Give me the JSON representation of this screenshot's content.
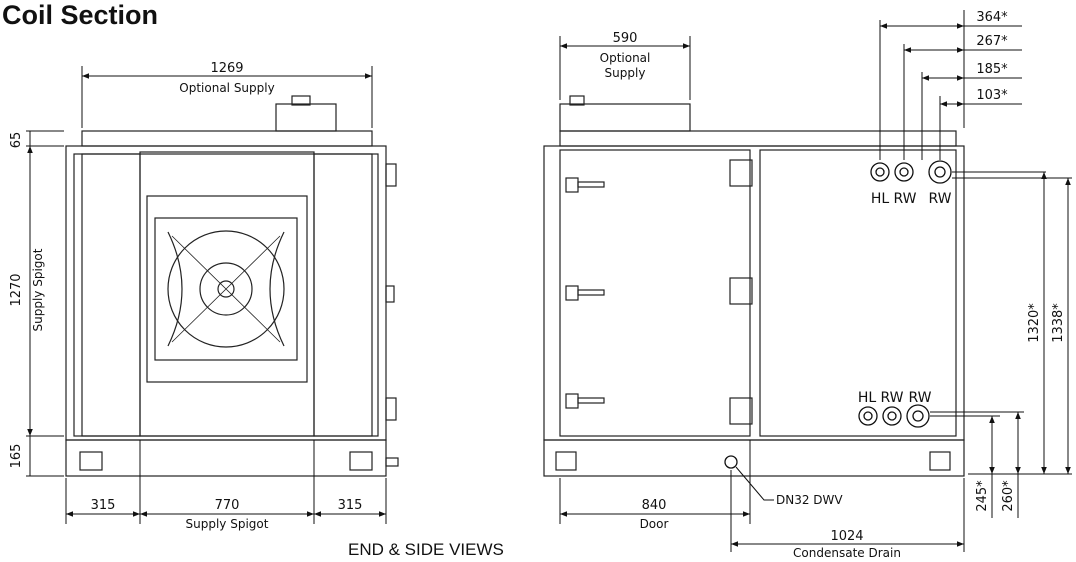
{
  "title": "Coil Section",
  "caption": "END & SIDE VIEWS",
  "end_view": {
    "width_dim": "1269",
    "width_label": "Optional Supply",
    "top_dim": "65",
    "height_dim": "1270",
    "height_label": "Supply Spigot",
    "bottom_dim": "165",
    "left_dim": "315",
    "center_dim": "770",
    "center_label": "Supply Spigot",
    "right_dim": "315"
  },
  "side_view": {
    "supply_dim": "590",
    "supply_label_1": "Optional",
    "supply_label_2": "Supply",
    "offset_dims": [
      "364*",
      "267*",
      "185*",
      "103*"
    ],
    "upper_ports": [
      "HL",
      "RW",
      "RW"
    ],
    "lower_ports": [
      "HL",
      "RW",
      "RW"
    ],
    "height_dim_1": "1320*",
    "height_dim_2": "1338*",
    "low_dim_1": "245*",
    "low_dim_2": "260*",
    "door_dim": "840",
    "door_label": "Door",
    "drain_callout": "DN32 DWV",
    "drain_dim": "1024",
    "drain_label": "Condensate Drain"
  }
}
